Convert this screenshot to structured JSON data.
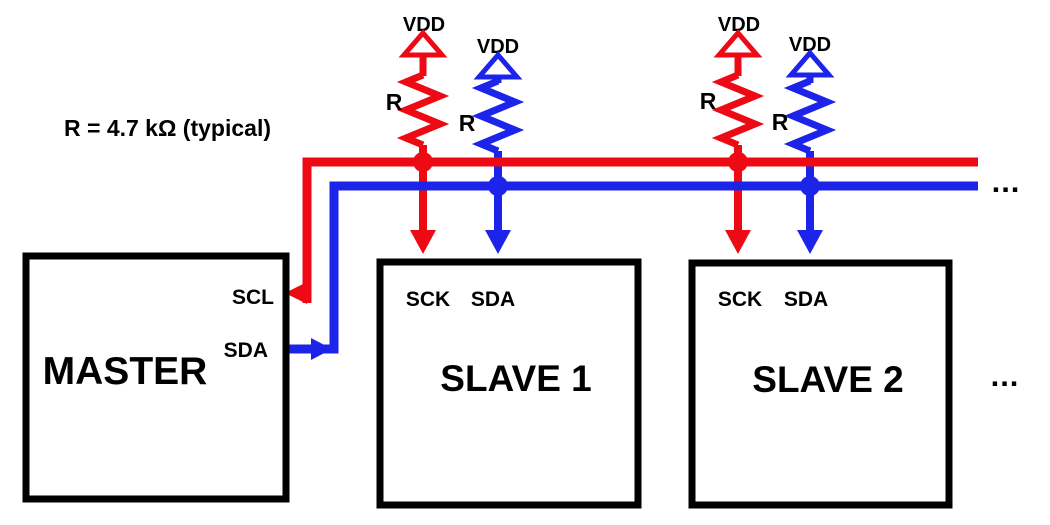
{
  "note": "R = 4.7 kΩ (typical)",
  "ellipsis": "...",
  "colors": {
    "scl": "#ee0a14",
    "sda": "#1b24e8",
    "ink": "#000000",
    "background": "#ffffff"
  },
  "buses": {
    "scl_net": "SCL",
    "sda_net": "SDA"
  },
  "blocks": {
    "master": {
      "label": "MASTER",
      "pins": {
        "scl": "SCL",
        "sda": "SDA"
      }
    },
    "slave1": {
      "label": "SLAVE 1",
      "pins": {
        "sck": "SCK",
        "sda": "SDA"
      }
    },
    "slave2": {
      "label": "SLAVE 2",
      "pins": {
        "sck": "SCK",
        "sda": "SDA"
      }
    }
  },
  "pullups": [
    {
      "net": "SCL",
      "vdd": "VDD",
      "r": "R"
    },
    {
      "net": "SDA",
      "vdd": "VDD",
      "r": "R"
    },
    {
      "net": "SCL",
      "vdd": "VDD",
      "r": "R"
    },
    {
      "net": "SDA",
      "vdd": "VDD",
      "r": "R"
    }
  ]
}
